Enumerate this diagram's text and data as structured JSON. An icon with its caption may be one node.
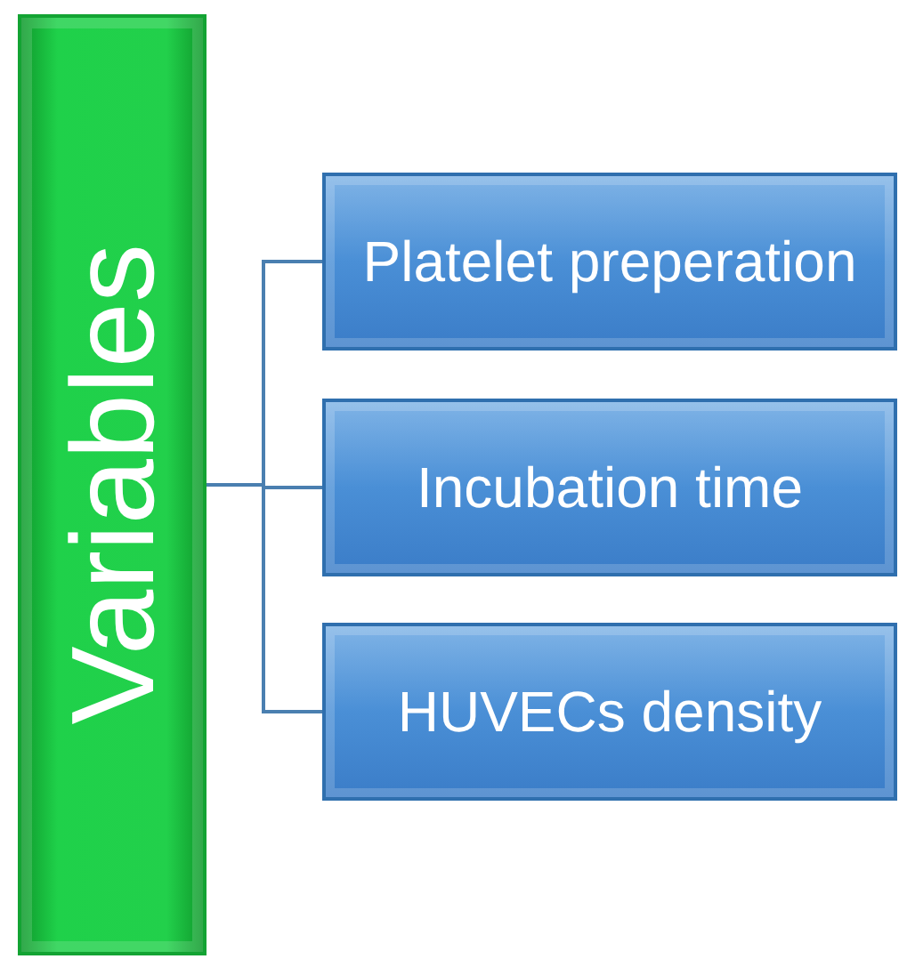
{
  "diagram": {
    "nodes": [
      {
        "text": [
          "Variables"
        ]
      },
      {
        "text": [
          "Platelet preperation"
        ]
      },
      {
        "text": [
          "Incubation time"
        ]
      },
      {
        "text": [
          "HUVECs density"
        ]
      }
    ],
    "edges": [
      {
        "from": 0,
        "to": 1,
        "arrow": "none"
      },
      {
        "from": 0,
        "to": 2,
        "arrow": "none"
      },
      {
        "from": 0,
        "to": 3,
        "arrow": "none"
      }
    ]
  }
}
